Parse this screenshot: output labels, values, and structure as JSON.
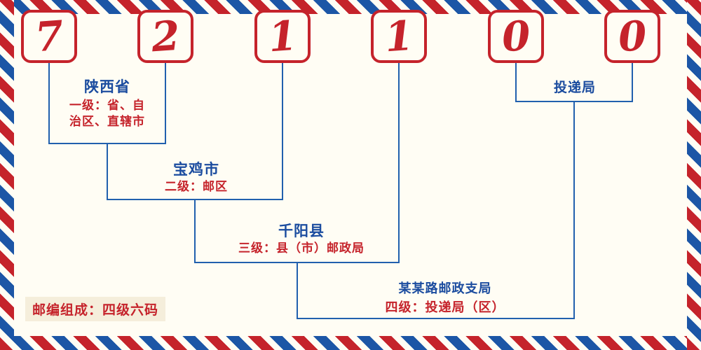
{
  "diagram": {
    "postal_code_digits": [
      "7",
      "2",
      "1",
      "1",
      "0",
      "0"
    ],
    "levels": {
      "level1": {
        "name": "陕西省",
        "desc_line1": "一级：省、自",
        "desc_line2": "治区、直辖市"
      },
      "level2": {
        "name": "宝鸡市",
        "desc": "二级：邮区"
      },
      "level3": {
        "name": "千阳县",
        "desc": "三级：县（市）邮政局"
      },
      "level4": {
        "name": "某某路邮政支局",
        "desc": "四级：投递局（区）"
      },
      "delivery_office": {
        "name": "投递局"
      }
    },
    "footer_note": "邮编组成：四级六码",
    "colors": {
      "digit_red": "#c5232b",
      "label_blue": "#1b4c9f",
      "line_blue": "#2160ae",
      "background": "#fffdf4"
    }
  }
}
